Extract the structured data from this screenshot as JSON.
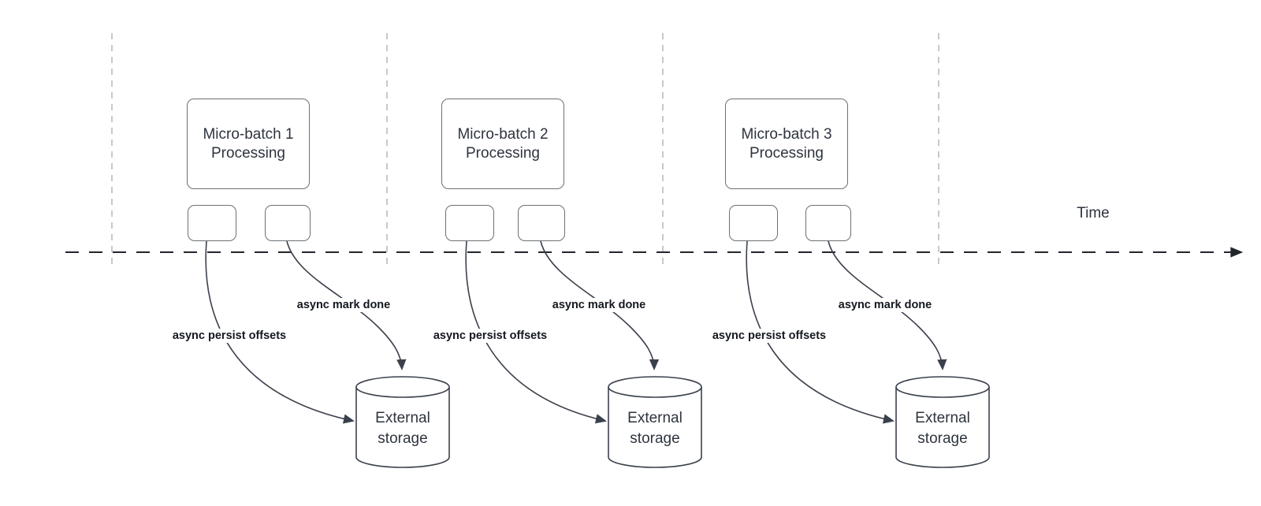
{
  "diagram": {
    "title_semantic": "micro-batch async checkpointing timeline",
    "time_axis": {
      "label": "Time"
    },
    "groups": [
      {
        "box_line1": "Micro-batch 1",
        "box_line2": "Processing",
        "persist_label": "async persist offsets",
        "done_label": "async mark done",
        "storage_line1": "External",
        "storage_line2": "storage"
      },
      {
        "box_line1": "Micro-batch 2",
        "box_line2": "Processing",
        "persist_label": "async persist offsets",
        "done_label": "async mark done",
        "storage_line1": "External",
        "storage_line2": "storage"
      },
      {
        "box_line1": "Micro-batch 3",
        "box_line2": "Processing",
        "persist_label": "async persist offsets",
        "done_label": "async mark done",
        "storage_line1": "External",
        "storage_line2": "storage"
      }
    ],
    "colors": {
      "background": "#ffffff",
      "shape_border": "#6b7075",
      "connector_stroke": "#3b414c",
      "timeline_stroke": "#22262c",
      "guide_dash": "#b4b7ba",
      "shape_text": "#2e343e",
      "label_text": "#14181f"
    }
  }
}
